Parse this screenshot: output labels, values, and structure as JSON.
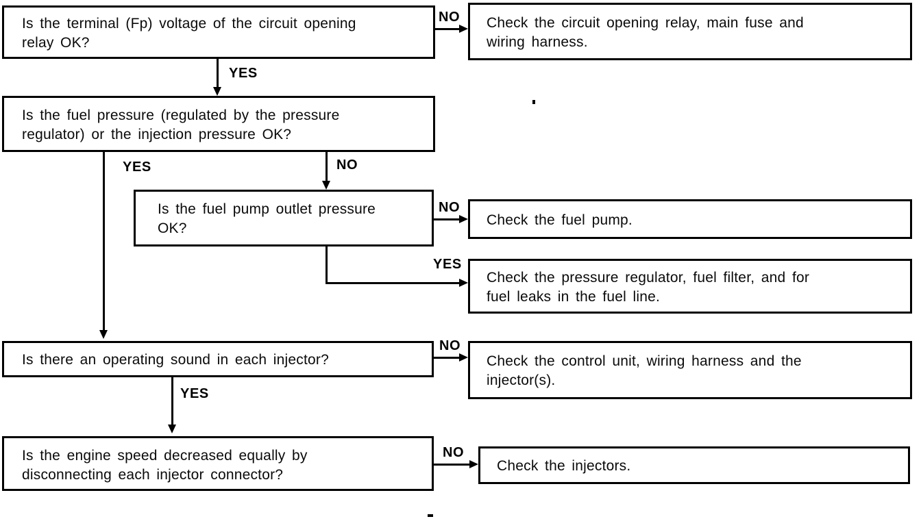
{
  "colors": {
    "ink": "#000000",
    "paper": "#ffffff"
  },
  "labels": {
    "yes": "YES",
    "no": "NO"
  },
  "nodes": {
    "q1": {
      "type": "decision",
      "text": "Is the terminal (Fp) voltage of the circuit opening\nrelay OK?"
    },
    "a1": {
      "type": "action",
      "text": "Check the circuit opening relay, main fuse and\nwiring harness."
    },
    "q2": {
      "type": "decision",
      "text": "Is the fuel pressure (regulated by the pressure\nregulator) or the injection pressure OK?"
    },
    "q3": {
      "type": "decision",
      "text": "Is the fuel pump outlet pressure\nOK?"
    },
    "a2": {
      "type": "action",
      "text": "Check the fuel pump."
    },
    "a3": {
      "type": "action",
      "text": "Check the pressure regulator, fuel filter, and for\nfuel leaks in the fuel line."
    },
    "q4": {
      "type": "decision",
      "text": "Is there an operating sound in each injector?"
    },
    "a4": {
      "type": "action",
      "text": "Check the control unit, wiring harness and the\ninjector(s)."
    },
    "q5": {
      "type": "decision",
      "text": "Is the engine speed decreased equally by\ndisconnecting each injector connector?"
    },
    "a5": {
      "type": "action",
      "text": "Check the injectors."
    }
  },
  "edges": [
    {
      "from": "q1",
      "to": "a1",
      "label": "NO"
    },
    {
      "from": "q1",
      "to": "q2",
      "label": "YES"
    },
    {
      "from": "q2",
      "to": "q3",
      "label": "NO"
    },
    {
      "from": "q2",
      "to": "q4",
      "label": "YES"
    },
    {
      "from": "q3",
      "to": "a2",
      "label": "NO"
    },
    {
      "from": "q3",
      "to": "a3",
      "label": "YES"
    },
    {
      "from": "q4",
      "to": "a4",
      "label": "NO"
    },
    {
      "from": "q4",
      "to": "q5",
      "label": "YES"
    },
    {
      "from": "q5",
      "to": "a5",
      "label": "NO"
    }
  ]
}
